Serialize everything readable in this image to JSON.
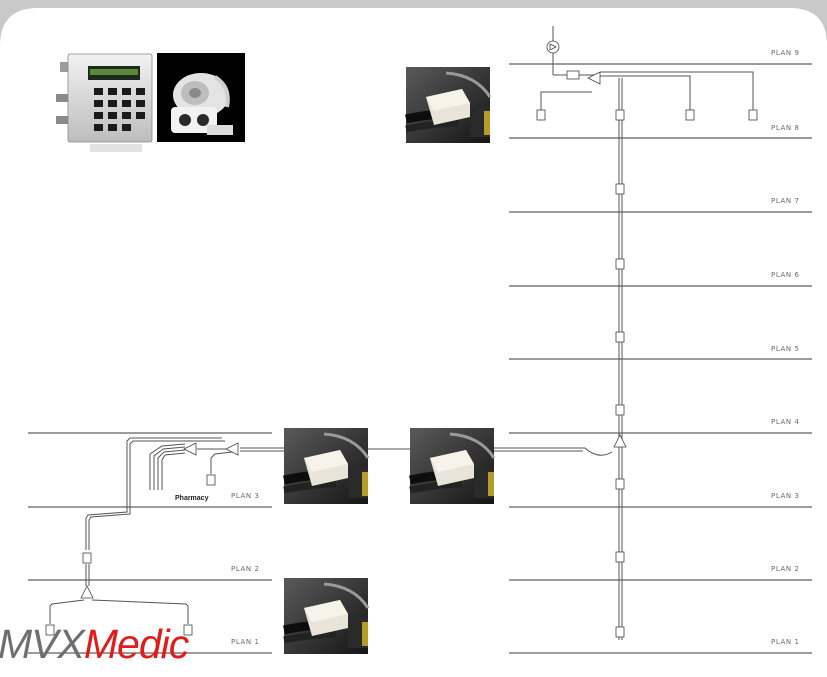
{
  "brand": {
    "part1": "MVX",
    "part2": "Medic",
    "color_gray": "#6f6f6f",
    "color_red": "#e41b1b"
  },
  "colors": {
    "frame": "#c9c9c9",
    "panel": "#ffffff",
    "line": "#3a3a3a",
    "pipe": "#555555"
  },
  "right_building": {
    "floors": [
      "PLAN 9",
      "PLAN 8",
      "PLAN 7",
      "PLAN 6",
      "PLAN 5",
      "PLAN 4",
      "PLAN 3",
      "PLAN 2",
      "PLAN 1"
    ]
  },
  "left_building": {
    "floors": [
      "PLAN 3",
      "PLAN 2",
      "PLAN 1"
    ],
    "pharmacy_label": "Pharmacy"
  },
  "photos": [
    {
      "id": "control-panel",
      "icon": "keypad-controller"
    },
    {
      "id": "blower",
      "icon": "side-channel-blower"
    },
    {
      "id": "station-top",
      "icon": "tube-station"
    },
    {
      "id": "station-left",
      "icon": "tube-station"
    },
    {
      "id": "station-middle",
      "icon": "tube-station"
    },
    {
      "id": "station-bottom",
      "icon": "tube-station"
    }
  ]
}
